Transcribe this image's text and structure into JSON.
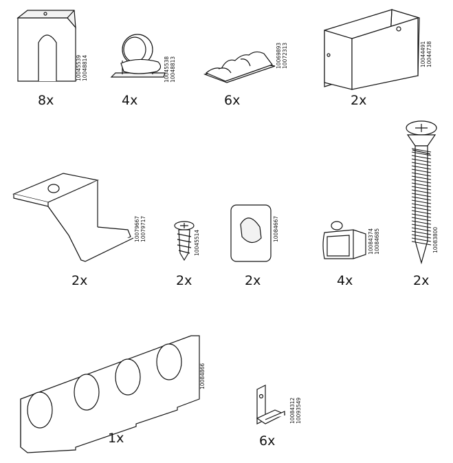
{
  "parts": [
    {
      "id": "p1",
      "quantity": "8x",
      "codes": [
        "10045539",
        "10048814"
      ]
    },
    {
      "id": "p2",
      "quantity": "4x",
      "codes": [
        "10045538",
        "10048813"
      ]
    },
    {
      "id": "p3",
      "quantity": "6x",
      "codes": [
        "10069893",
        "10072313"
      ]
    },
    {
      "id": "p4",
      "quantity": "2x",
      "codes": [
        "10044491",
        "10044738"
      ]
    },
    {
      "id": "p5",
      "quantity": "2x",
      "codes": [
        "10079667",
        "10079717"
      ]
    },
    {
      "id": "p6",
      "quantity": "2x",
      "codes": [
        "10045514"
      ]
    },
    {
      "id": "p7",
      "quantity": "2x",
      "codes": [
        "10084667"
      ]
    },
    {
      "id": "p8",
      "quantity": "4x",
      "codes": [
        "10084374",
        "10084685"
      ]
    },
    {
      "id": "p9",
      "quantity": "2x",
      "codes": [
        "10083800"
      ]
    },
    {
      "id": "p10",
      "quantity": "1x",
      "codes": [
        "10084866"
      ]
    },
    {
      "id": "p11",
      "quantity": "6x",
      "codes": [
        "10084312",
        "10093549"
      ]
    }
  ]
}
